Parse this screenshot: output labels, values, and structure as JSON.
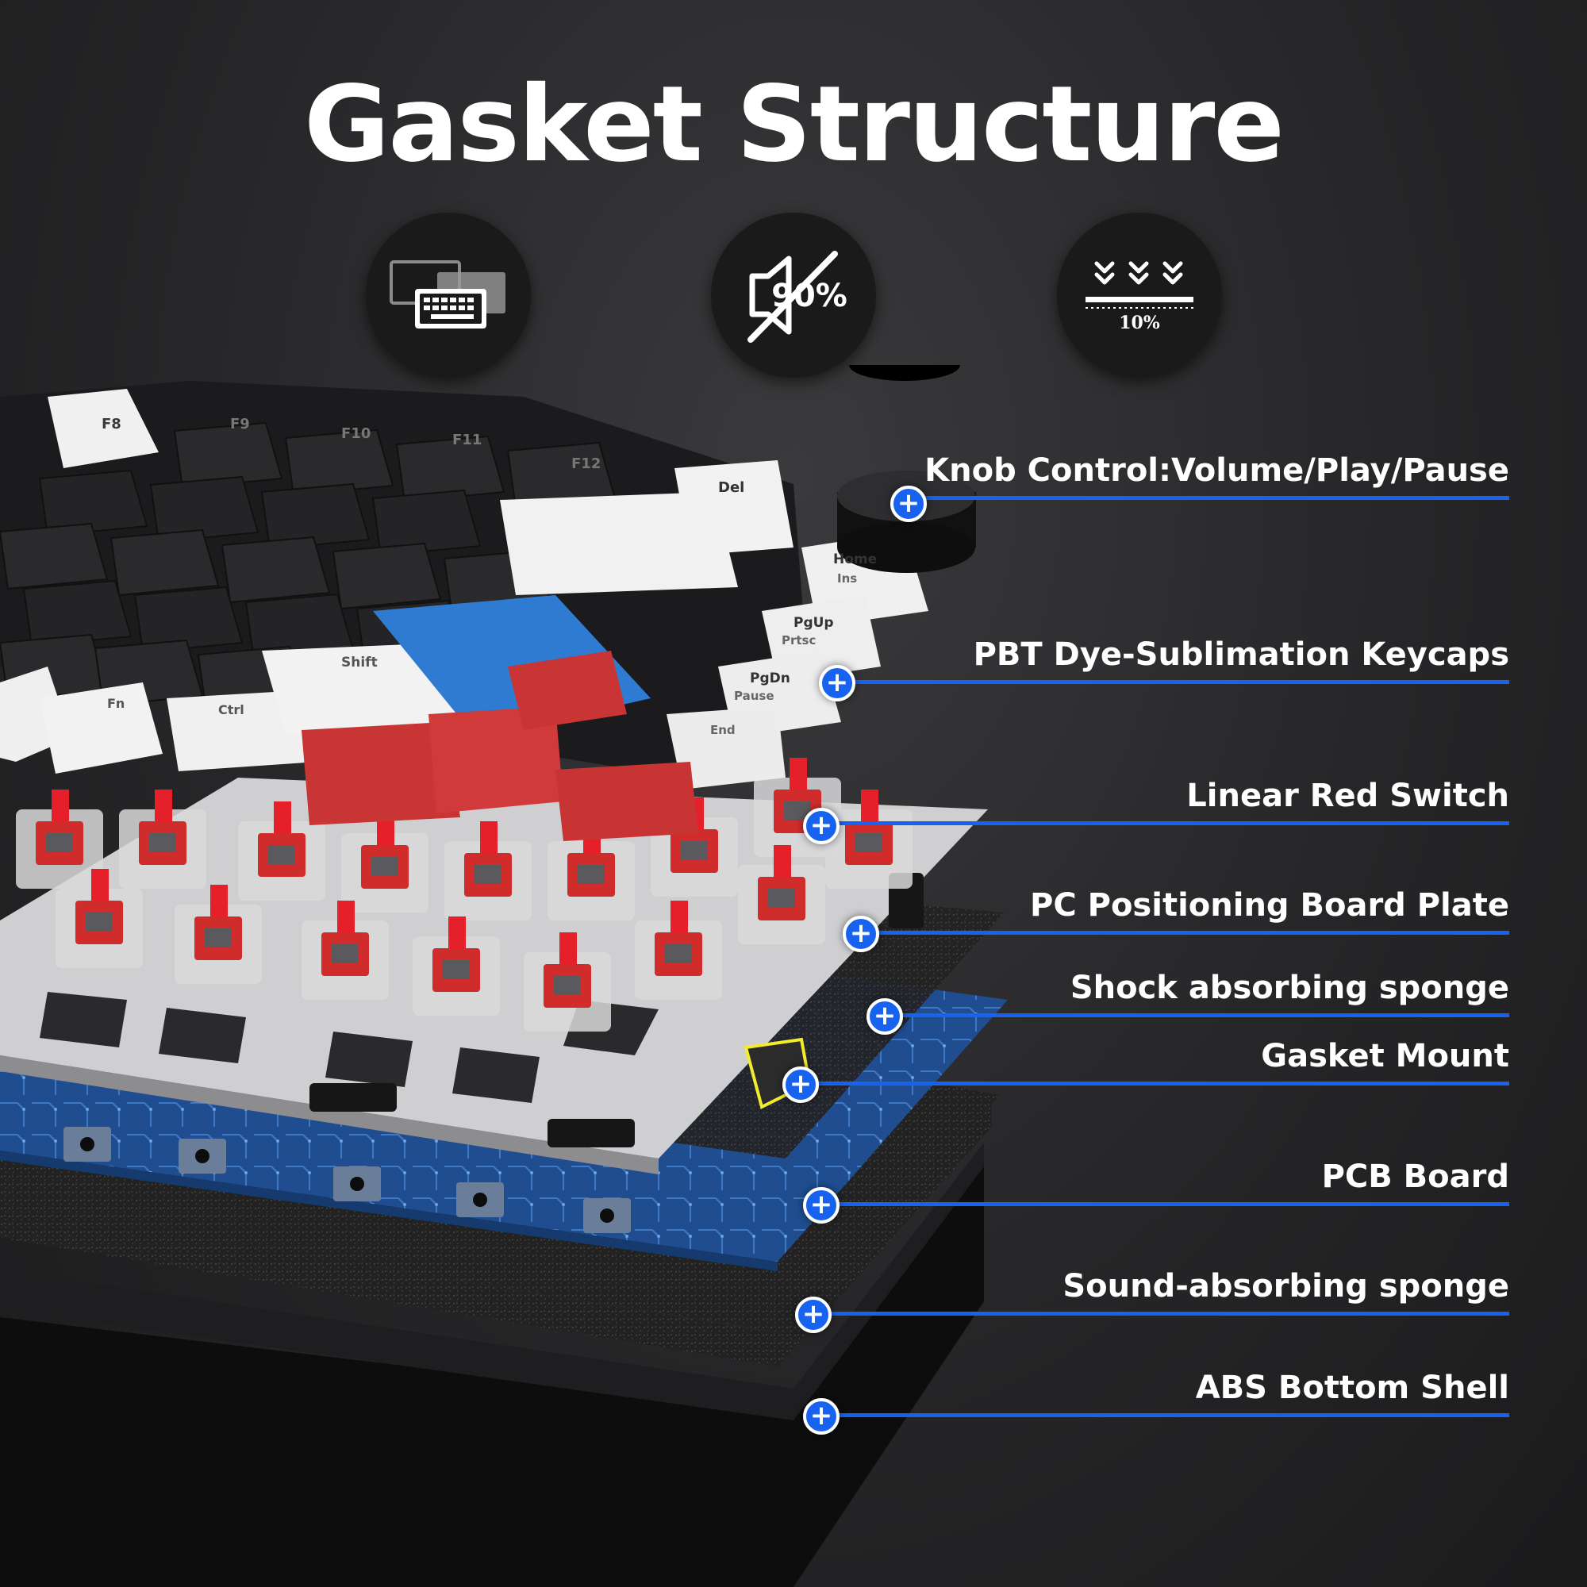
{
  "page": {
    "title": "Gasket Structure",
    "accent_color": "#1763f0"
  },
  "feature_icons": [
    {
      "icon": "keyboard-layers-icon",
      "label": ""
    },
    {
      "icon": "noise-reduction-icon",
      "label": "90%"
    },
    {
      "icon": "compression-icon",
      "label": "10%"
    }
  ],
  "callouts": [
    {
      "label": "Knob Control:Volume/Play/Pause",
      "icon": "plus-icon"
    },
    {
      "label": "PBT Dye-Sublimation Keycaps",
      "icon": "plus-icon"
    },
    {
      "label": "Linear Red Switch",
      "icon": "plus-icon"
    },
    {
      "label": "PC Positioning Board Plate",
      "icon": "plus-icon"
    },
    {
      "label": "Shock absorbing sponge",
      "icon": "plus-icon"
    },
    {
      "label": "Gasket Mount",
      "icon": "plus-icon"
    },
    {
      "label": "PCB Board",
      "icon": "plus-icon"
    },
    {
      "label": "Sound-absorbing sponge",
      "icon": "plus-icon"
    },
    {
      "label": "ABS Bottom Shell",
      "icon": "plus-icon"
    }
  ],
  "keycap_legends": [
    "F8",
    "F9",
    "F10",
    "F11",
    "F12",
    "Del",
    "Home",
    "Ins",
    "PgUp",
    "Prtsc",
    "PgDn",
    "Pause",
    "End",
    "Shift",
    "Ctrl",
    "Fn"
  ]
}
